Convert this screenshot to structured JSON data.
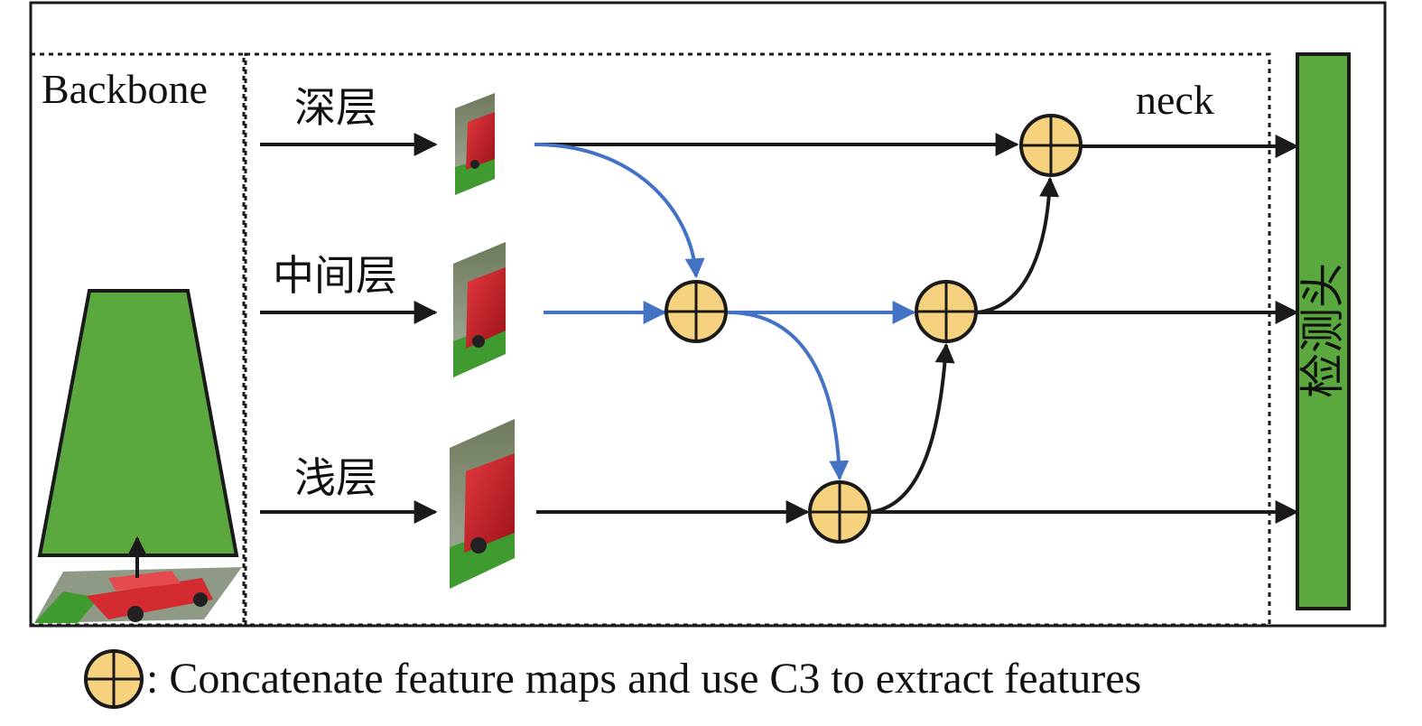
{
  "labels": {
    "backbone": "Backbone",
    "neck": "neck",
    "deep_layer": "深层",
    "middle_layer": "中间层",
    "shallow_layer": "浅层",
    "detection_head": "检测头"
  },
  "legend": {
    "text": ": Concatenate feature maps and use C3 to extract features"
  },
  "colors": {
    "green": "#5aa83e",
    "node_fill": "#f6d27e",
    "blue_arrow": "#4472c4",
    "black": "#1a1a1a"
  }
}
